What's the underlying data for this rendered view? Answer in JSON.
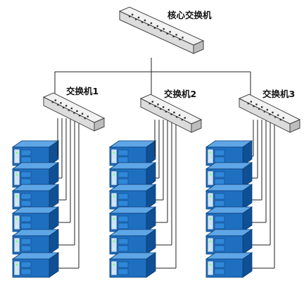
{
  "diagram": {
    "core_switch": {
      "label": "核心交换机",
      "icon": "network-switch-icon"
    },
    "access_switches": [
      {
        "label": "交换机1",
        "icon": "network-switch-icon",
        "server_count": 6
      },
      {
        "label": "交换机2",
        "icon": "network-switch-icon",
        "server_count": 6
      },
      {
        "label": "交换机3",
        "icon": "network-switch-icon",
        "server_count": 6
      }
    ],
    "server_icon": "rack-server-icon",
    "colors": {
      "link": "#222222",
      "switch_top": "#f2f2f2",
      "switch_front": "#dcdcdc",
      "switch_side": "#bdbdbd",
      "server_face": "#1f6fc1",
      "server_top": "#5fa6e6",
      "server_side": "#0f4f94"
    }
  }
}
